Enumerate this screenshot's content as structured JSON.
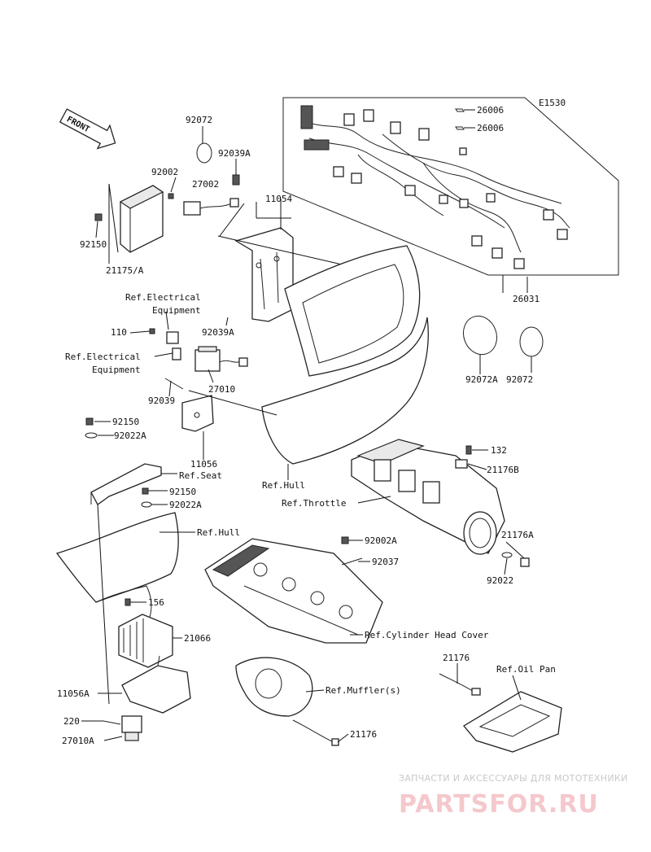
{
  "diagram": {
    "code": "E1530",
    "front_label": "FRONT",
    "part_labels": {
      "p26006a": "26006",
      "p26006b": "26006",
      "p26031": "26031",
      "p92072a": "92072",
      "p92039a_top": "92039A",
      "p92002": "92002",
      "p27002": "27002",
      "p11054": "11054",
      "p92150a": "92150",
      "p21175a": "21175/A",
      "p92039a_mid": "92039A",
      "p110": "110",
      "p27010": "27010",
      "p92039": "92039",
      "p92072a_ring": "92072A",
      "p92072b": "92072",
      "p92150b": "92150",
      "p92022a_b": "92022A",
      "p11056": "11056",
      "p92150c": "92150",
      "p92022a_c": "92022A",
      "p132": "132",
      "p21176b": "21176B",
      "p21176a": "21176A",
      "p92022": "92022",
      "p92002a": "92002A",
      "p92037": "92037",
      "p156": "156",
      "p21066": "21066",
      "p11056a": "11056A",
      "p21176_top": "21176",
      "p21176_bot": "21176",
      "p220": "220",
      "p27010a": "27010A"
    },
    "ref_labels": {
      "elec1_line1": "Ref.Electrical",
      "elec1_line2": "Equipment",
      "elec2_line1": "Ref.Electrical",
      "elec2_line2": "Equipment",
      "seat": "Ref.Seat",
      "hull_right": "Ref.Hull",
      "hull_left": "Ref.Hull",
      "throttle": "Ref.Throttle",
      "cyl_head": "Ref.Cylinder Head Cover",
      "muffler": "Ref.Muffler(s)",
      "oil_pan": "Ref.Oil Pan"
    }
  },
  "watermark": {
    "subtitle": "ЗАПЧАСТИ И АКСЕССУАРЫ ДЛЯ МОТОТЕХНИКИ",
    "brand": "PARTSFOR.RU"
  }
}
